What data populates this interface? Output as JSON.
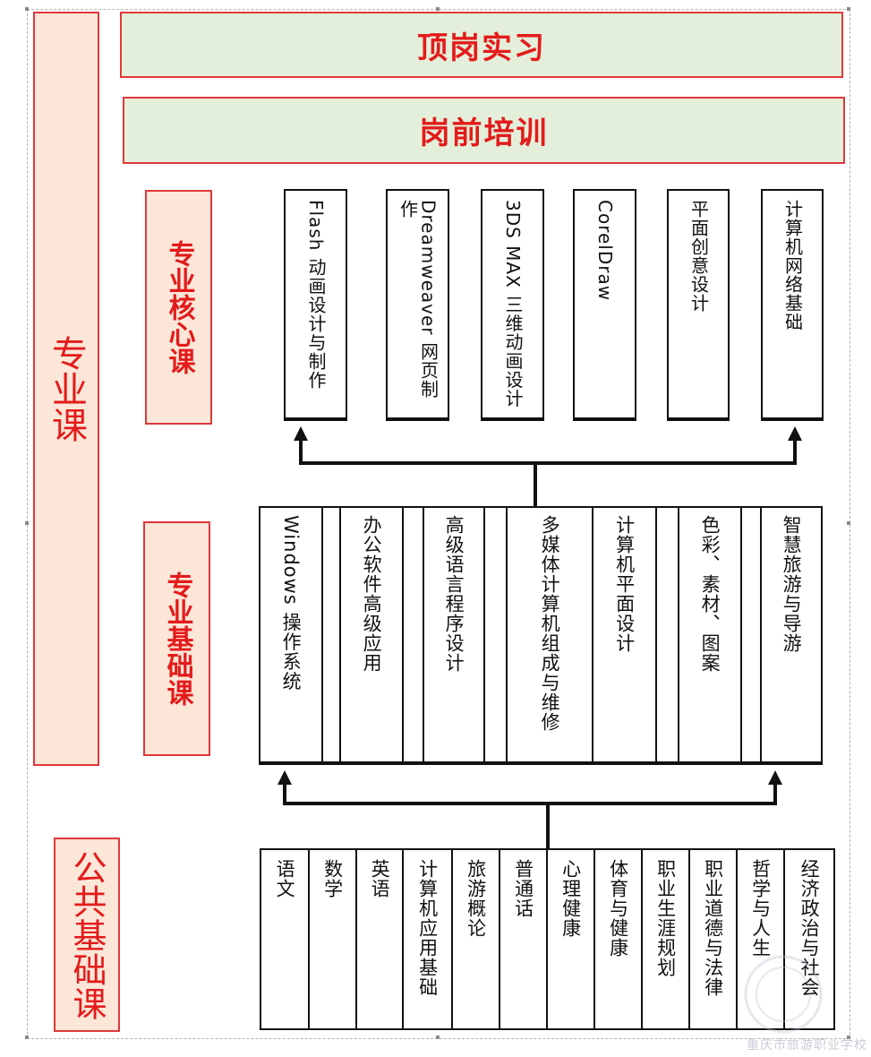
{
  "top_banners": [
    "顶岗实习",
    "岗前培训"
  ],
  "side_labels": {
    "professional": "专业课",
    "core": "专业核心课",
    "basic": "专业基础课",
    "public": "公共基础课"
  },
  "core_courses": [
    "Flash 动画设计与制作",
    "Dreamweaver 网页制作",
    "3DS MAX 三维动画设计",
    "CorelDraw",
    "平面创意设计",
    "计算机网络基础"
  ],
  "basic_courses": [
    "Windows 操作系统",
    "",
    "办公软件高级应用",
    "",
    "高级语言程序设计",
    "",
    "多媒体计算机组成与维修",
    "计算机平面设计",
    "",
    "色彩、素材、图案",
    "",
    "智慧旅游与导游"
  ],
  "public_courses": [
    "语文",
    "数学",
    "英语",
    "计算机应用基础",
    "旅游概论",
    "普通话",
    "心理健康",
    "体育与健康",
    "职业生涯规划",
    "职业道德与法律",
    "哲学与人生",
    "经济政治与社会"
  ],
  "colors": {
    "accent_red": "#e31b1b",
    "banner_fill": "#e3efda",
    "label_fill": "#fbe6d8"
  },
  "watermark": "重庆市旅游职业学校"
}
